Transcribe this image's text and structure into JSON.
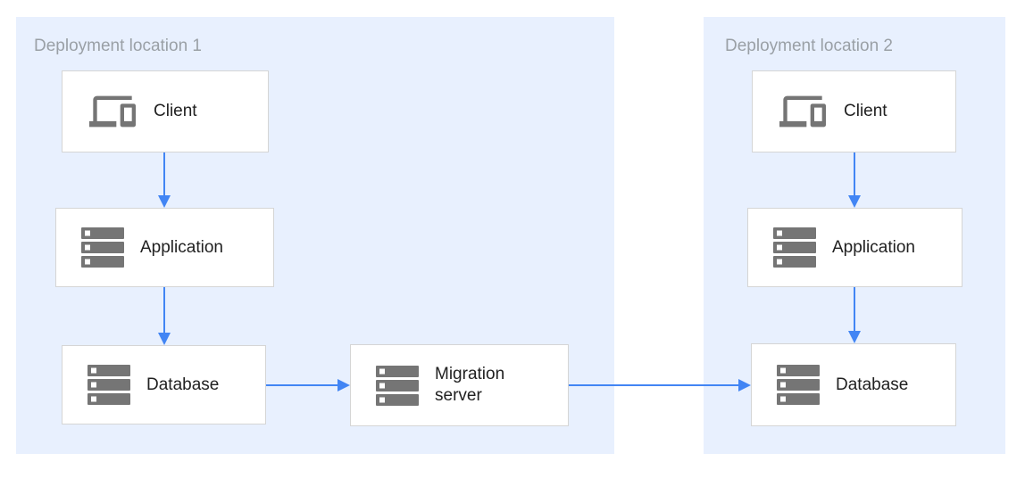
{
  "colors": {
    "panel_bg": "#e8f0fe",
    "node_bg": "#ffffff",
    "node_border": "#d5d5d5",
    "arrow": "#4285f4",
    "icon_gray": "#757575",
    "title_text": "#9aa0a6",
    "label_text": "#212121"
  },
  "locations": [
    {
      "title": "Deployment location 1",
      "nodes": [
        {
          "label": "Client",
          "icon": "devices-icon"
        },
        {
          "label": "Application",
          "icon": "server-icon"
        },
        {
          "label": "Database",
          "icon": "server-icon"
        }
      ]
    },
    {
      "title": "Deployment location 2",
      "nodes": [
        {
          "label": "Client",
          "icon": "devices-icon"
        },
        {
          "label": "Application",
          "icon": "server-icon"
        },
        {
          "label": "Database",
          "icon": "server-icon"
        }
      ]
    }
  ],
  "migration": {
    "label": "Migration server",
    "icon": "server-icon"
  },
  "edges": [
    {
      "from": "client-1",
      "to": "application-1"
    },
    {
      "from": "application-1",
      "to": "database-1"
    },
    {
      "from": "database-1",
      "to": "migration-server"
    },
    {
      "from": "migration-server",
      "to": "database-2"
    },
    {
      "from": "client-2",
      "to": "application-2"
    },
    {
      "from": "application-2",
      "to": "database-2"
    }
  ]
}
